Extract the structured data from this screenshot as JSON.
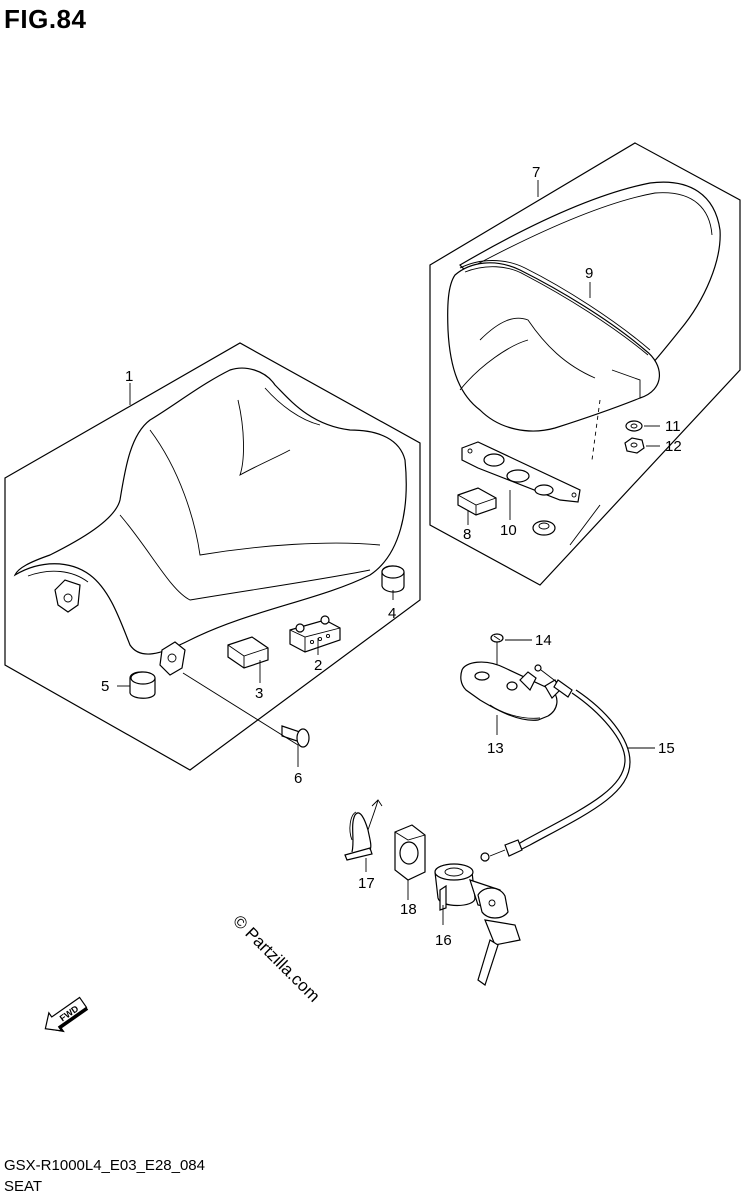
{
  "figure": {
    "title": "FIG.84",
    "model_code": "GSX-R1000L4_E03_E28_084",
    "section_name": "SEAT"
  },
  "watermark": "© Partzilla.com",
  "fwd_label": "FWD",
  "callouts": {
    "p1": "1",
    "p2": "2",
    "p3": "3",
    "p4": "4",
    "p5": "5",
    "p6": "6",
    "p7": "7",
    "p8": "8",
    "p9": "9",
    "p10": "10",
    "p11": "11",
    "p12": "12",
    "p13": "13",
    "p14": "14",
    "p15": "15",
    "p16": "16",
    "p17": "17",
    "p18": "18"
  }
}
